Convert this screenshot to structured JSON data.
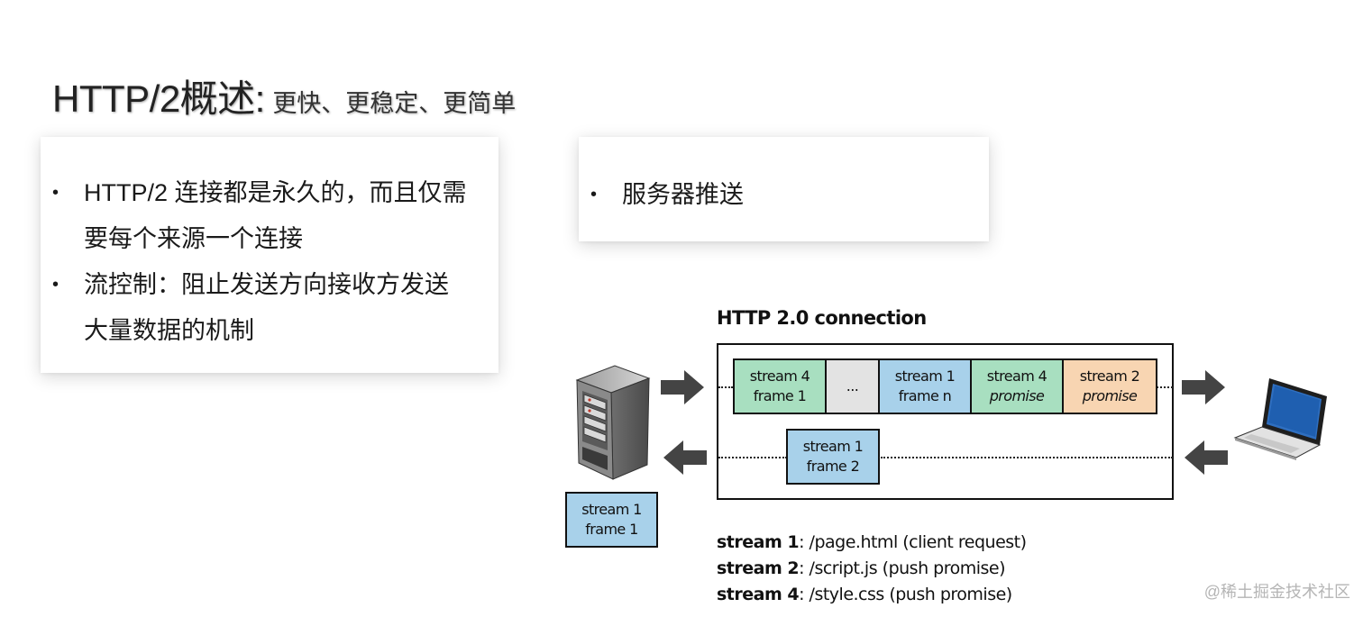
{
  "title": {
    "main": "HTTP/2概述:",
    "sub": "更快、更稳定、更简单"
  },
  "left_card": {
    "items": [
      {
        "bullet": "•",
        "text": "HTTP/2 连接都是永久的，而且仅需",
        "cont": "要每个来源一个连接"
      },
      {
        "bullet": "•",
        "text": "流控制：阻止发送方向接收方发送",
        "cont": "大量数据的机制"
      }
    ]
  },
  "right_card": {
    "items": [
      {
        "bullet": "•",
        "text": "服务器推送"
      }
    ]
  },
  "diagram": {
    "title": "HTTP 2.0 connection",
    "top_frames": [
      {
        "line1": "stream 4",
        "line2": "frame 1",
        "color": "#a8dfc0"
      },
      {
        "line1": "...",
        "line2": "",
        "color": "#e3e3e3"
      },
      {
        "line1": "stream 1",
        "line2": "frame n",
        "color": "#a8d1ea"
      },
      {
        "line1": "stream 4",
        "line2": "promise",
        "color": "#a8dfc0"
      },
      {
        "line1": "stream 2",
        "line2": "promise",
        "color": "#f8d5b2"
      }
    ],
    "bottom_frame": {
      "line1": "stream 1",
      "line2": "frame 2",
      "color": "#a8d1ea"
    },
    "server_frame": {
      "line1": "stream 1",
      "line2": "frame 1",
      "color": "#a8d1ea"
    },
    "server_icon": "server-tower-icon",
    "client_icon": "laptop-icon",
    "legend": [
      {
        "key": "stream 1",
        "value": ": /page.html  (client request)"
      },
      {
        "key": "stream 2",
        "value": ": /script.js  (push promise)"
      },
      {
        "key": "stream 4",
        "value": ": /style.css  (push promise)"
      }
    ]
  },
  "watermark": "@稀土掘金技术社区"
}
